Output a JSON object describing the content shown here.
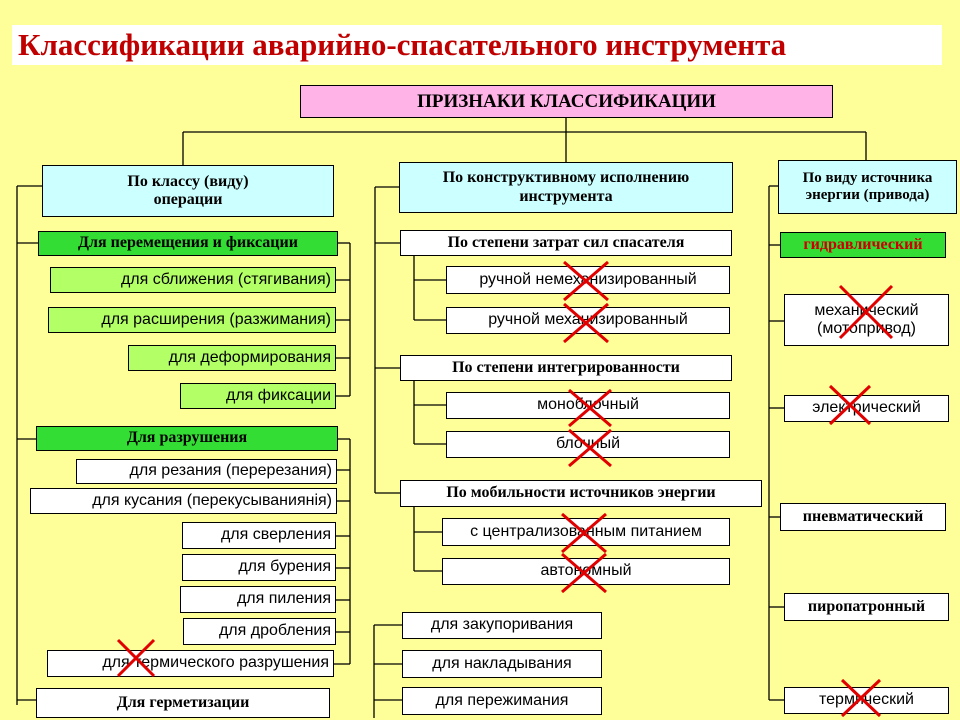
{
  "title": "Классификации аварийно-спасательного инструмента",
  "root": "ПРИЗНАКИ КЛАССИФИКАЦИИ",
  "col1": {
    "header": [
      "По классу (виду)",
      "операции"
    ],
    "group1": "Для перемещения и фиксации",
    "group1_items": [
      "для сближения (стягивания)",
      "для расширения (разжимания)",
      "для деформирования",
      "для фиксации"
    ],
    "group2": "Для разрушения",
    "group2_items": [
      "для резания (перерезания)",
      "для кусания (перекусываниянiя)",
      "для сверления",
      "для бурения",
      "для пиления",
      "для дробления",
      "для термического разрушения"
    ],
    "group3": "Для герметизации"
  },
  "col2": {
    "header": [
      "По конструктивному исполнению",
      "инструмента"
    ],
    "sub1": "По степени затрат сил спасателя",
    "sub1_items": [
      "ручной немеханизированный",
      "ручной механизированный"
    ],
    "sub2": "По степени интегрированности",
    "sub2_items": [
      "моноблочный",
      "блочный"
    ],
    "sub3": "По мобильности источников энергии",
    "sub3_items": [
      "с централизованным питанием",
      "автономный"
    ],
    "extra_items": [
      "для закупоривания",
      "для накладывания",
      "для пережимания"
    ]
  },
  "col3": {
    "header": [
      "По виду источника",
      "энергии (привода)"
    ],
    "items": [
      "гидравлический",
      "механический",
      "(мотопривод)",
      "электрический",
      "пневматический",
      "пиропатронный",
      "термический"
    ]
  },
  "colors": {
    "title": "#C00000",
    "background": "#FFFF99",
    "cross": "#E00000"
  }
}
